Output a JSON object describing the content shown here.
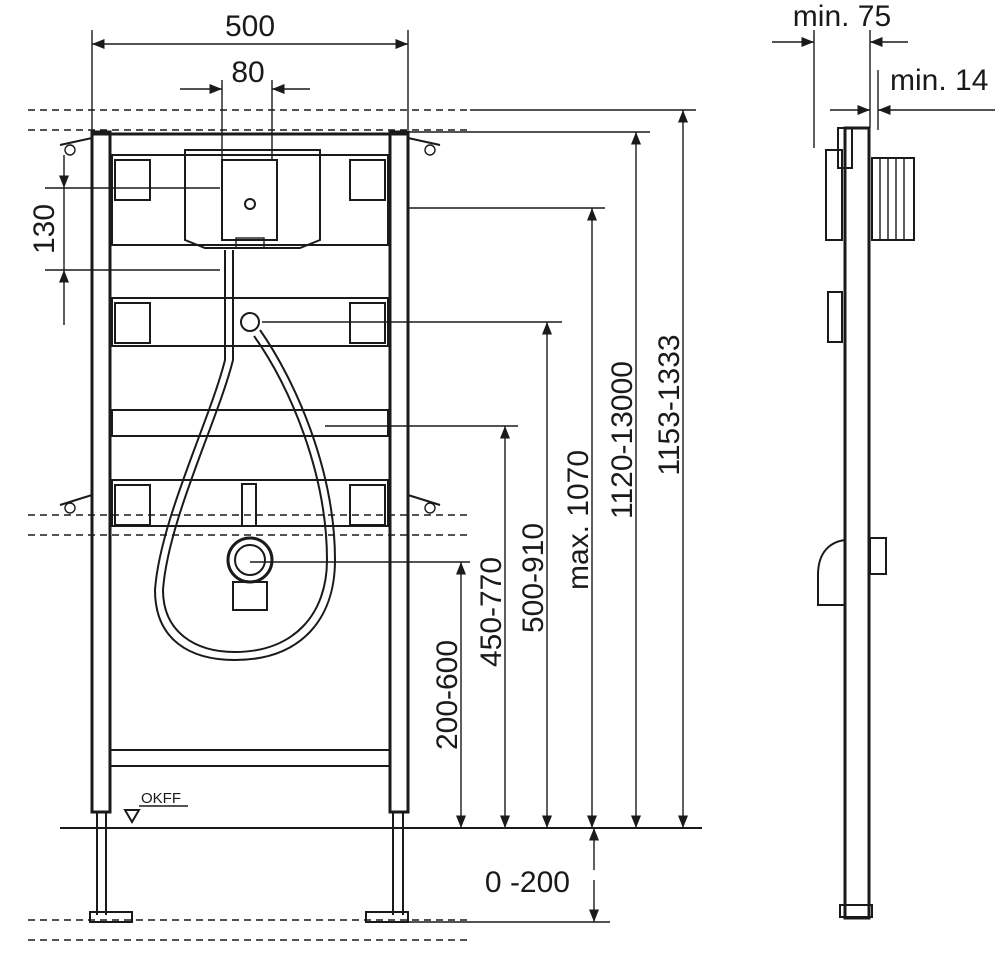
{
  "front_view": {
    "width_label": "500",
    "valve_width_label": "80",
    "valve_height_label": "130",
    "floor_label": "OKFF"
  },
  "height_dims": {
    "d1": "200-600",
    "d2": "450-770",
    "d3": "500-910",
    "d4": "max. 1070",
    "d5": "1120-13000",
    "d6": "1153-1333",
    "d7": "0 -200"
  },
  "side_view": {
    "depth_label": "min. 75",
    "offset_label": "min. 14"
  },
  "colors": {
    "ink": "#1a1a1a",
    "background": "#ffffff"
  }
}
